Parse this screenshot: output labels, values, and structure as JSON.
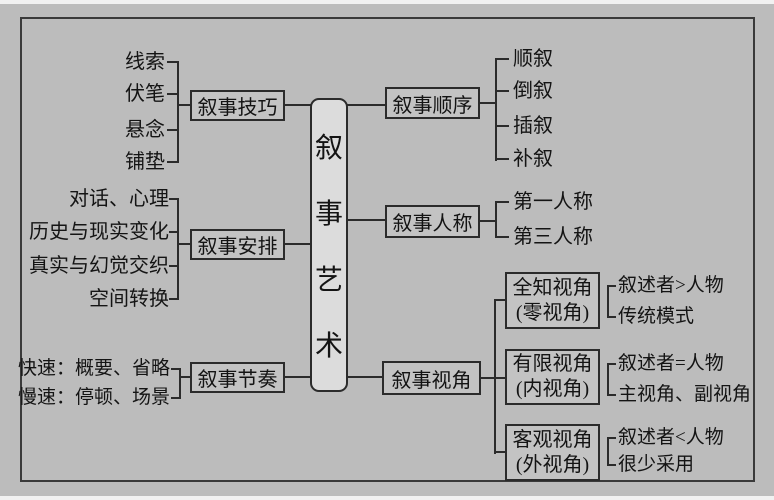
{
  "root": {
    "label": "叙事艺术",
    "chars": [
      "叙",
      "事",
      "艺",
      "术"
    ]
  },
  "left_groups": [
    {
      "label": "叙事技巧",
      "items": [
        "线索",
        "伏笔",
        "悬念",
        "铺垫"
      ]
    },
    {
      "label": "叙事安排",
      "items": [
        "对话、心理",
        "历史与现实变化",
        "真实与幻觉交织",
        "空间转换"
      ]
    },
    {
      "label": "叙事节奏",
      "items": [
        "快速：概要、省略",
        "慢速：停顿、场景"
      ]
    }
  ],
  "right_groups": [
    {
      "label": "叙事顺序",
      "items": [
        "顺叙",
        "倒叙",
        "插叙",
        "补叙"
      ]
    },
    {
      "label": "叙事人称",
      "items": [
        "第一人称",
        "第三人称"
      ]
    },
    {
      "label": "叙事视角"
    }
  ],
  "perspective_subgroups": [
    {
      "line1": "全知视角",
      "line2": "(零视角)",
      "items": [
        "叙述者>人物",
        "传统模式"
      ]
    },
    {
      "line1": "有限视角",
      "line2": "(内视角)",
      "items": [
        "叙述者=人物",
        "主视角、副视角"
      ]
    },
    {
      "line1": "客观视角",
      "line2": "(外视角)",
      "items": [
        "叙述者<人物",
        "很少采用"
      ]
    }
  ],
  "colors": {
    "background": "#bcbcbc",
    "box_fill": "#c3c3c3",
    "center_fill": "#dcdcdc",
    "line": "#2b2b2b",
    "frame": "#3a3a3a",
    "text": "#141414",
    "edge": "#f1f1f1"
  }
}
